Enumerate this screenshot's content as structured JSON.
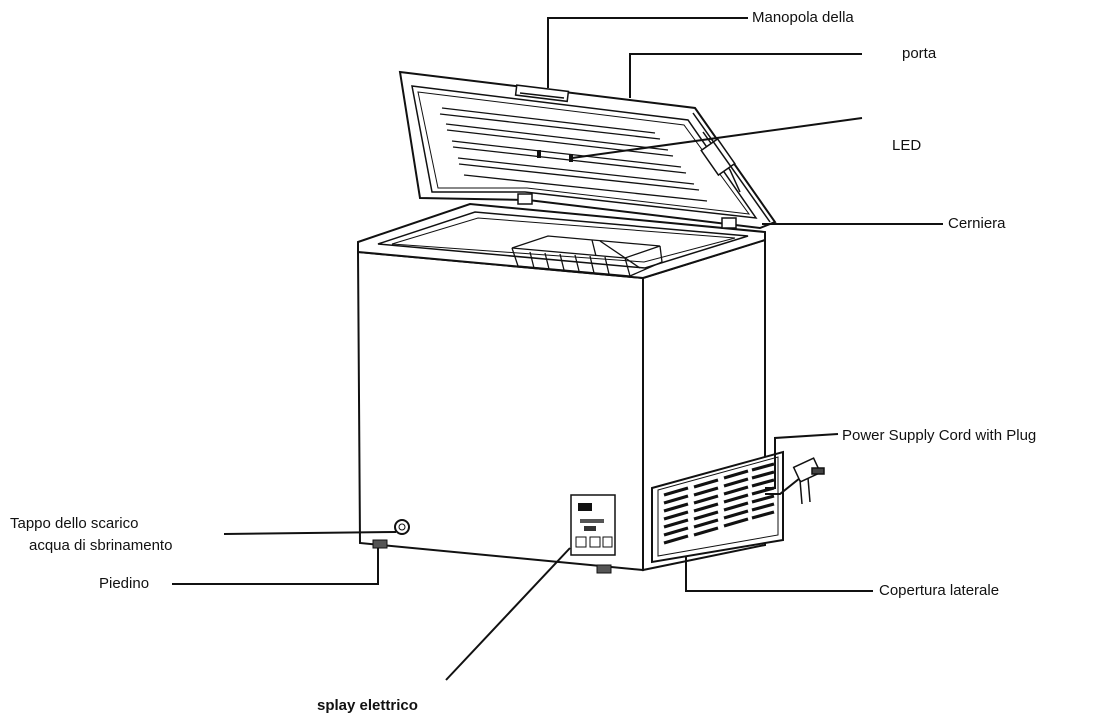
{
  "labels": {
    "manopola": "Manopola della",
    "porta": "porta",
    "led": "LED",
    "cerniera": "Cerniera",
    "power_cord": "Power Supply Cord with Plug",
    "tappo_line1": "Tappo dello scarico",
    "tappo_line2": "acqua di sbrinamento",
    "piedino": "Piedino",
    "copertura": "Copertura laterale",
    "display": "splay elettrico"
  },
  "colors": {
    "line": "#111111",
    "fill": "#ffffff",
    "accent": "#6b6b6b"
  }
}
